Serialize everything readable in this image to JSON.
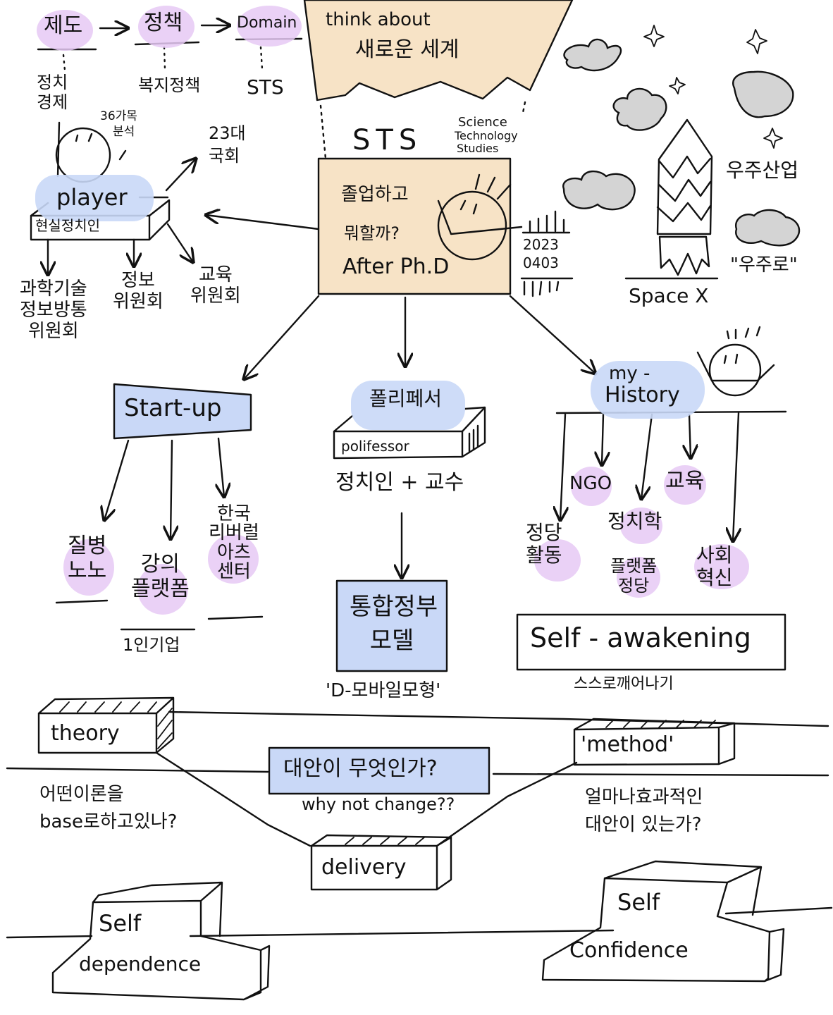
{
  "colors": {
    "ink": "#111111",
    "highlight_purple": "#e6c9f5",
    "highlight_blue": "#c9d8f7",
    "paper_beige": "#f7e3c6",
    "cloud_gray": "#d4d4d4"
  },
  "top_chain": {
    "items": [
      "제도",
      "정책",
      "Domain"
    ],
    "subs": [
      "정치\n경제",
      "복지정책",
      "STS"
    ]
  },
  "banner": {
    "line1": "think about",
    "line2": "새로운 세계"
  },
  "sts": {
    "label": "STS",
    "expansion": [
      "Science",
      "Technology",
      "Studies"
    ]
  },
  "center_box": {
    "line1": "졸업하고",
    "line2": "뭐할까?",
    "line3": "After Ph.D",
    "date": [
      "2023",
      "0403"
    ]
  },
  "player": {
    "note": [
      "36가목",
      "분석"
    ],
    "target": [
      "23대",
      "국회"
    ],
    "label": "player",
    "sublabel": "현실정치인",
    "committees": [
      "과학기술\n정보방통\n위원회",
      "정보\n위원회",
      "교육\n위원회"
    ]
  },
  "space": {
    "label": "Space X",
    "industry": "우주산업",
    "quote": "\"우주로\""
  },
  "startup": {
    "label": "Start-up",
    "children": [
      "질병\n노노",
      "강의\n플랫폼",
      "한국\n리버럴\n아츠\n센터"
    ],
    "note": "1인기업"
  },
  "polifessor": {
    "label": "폴리페서",
    "sublabel": "polifessor",
    "desc": "정치인 + 교수",
    "model": "통합정부\n모델",
    "model_note": "'D-모바일모형'"
  },
  "history": {
    "label1": "my -",
    "label2": "History",
    "children": [
      "NGO",
      "교육",
      "정당\n활동",
      "정치학",
      "플랫폼\n정당",
      "사회\n혁신"
    ],
    "awakening": "Self - awakening",
    "awakening_ko": "스스로깨어나기"
  },
  "bottom": {
    "theory": "theory",
    "theory_q": "어떤이론을\nbase로하고있나?",
    "method": "'method'",
    "method_q": "얼마나효과적인\n대안이 있는가?",
    "center_q": "대안이 무엇인가?",
    "center_sub": "why not change??",
    "delivery": "delivery",
    "self_dependence": [
      "Self",
      "dependence"
    ],
    "self_confidence": [
      "Self",
      "Confidence"
    ]
  }
}
